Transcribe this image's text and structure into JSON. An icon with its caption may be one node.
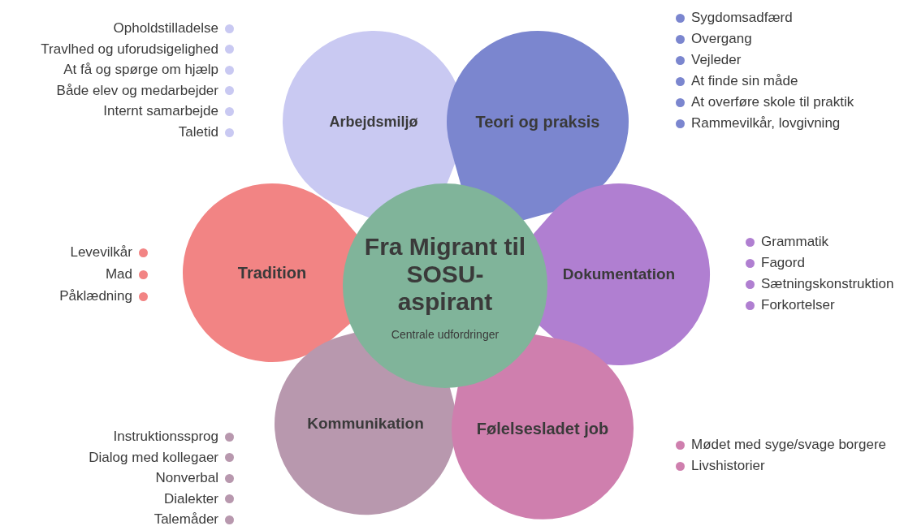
{
  "diagram": {
    "nodes": [
      {
        "text": [
          "Fra Migrant til SOSU-aspirant",
          "Centrale udfordringer"
        ]
      },
      {
        "text": [
          "Arbejdsmiljø"
        ],
        "beside": [
          "Opholdstilladelse",
          "Travlhed og uforudsigelighed",
          "At få og spørge om hjælp",
          "Både elev og medarbejder",
          "Internt samarbejde",
          "Taletid"
        ]
      },
      {
        "text": [
          "Teori og praksis"
        ],
        "beside": [
          "Sygdomsadfærd",
          "Overgang",
          "Vejleder",
          "At finde sin måde",
          "At overføre skole til praktik",
          "Rammevilkår, lovgivning"
        ]
      },
      {
        "text": [
          "Tradition"
        ],
        "beside": [
          "Levevilkår",
          "Mad",
          "Påklædning"
        ]
      },
      {
        "text": [
          "Dokumentation"
        ],
        "beside": [
          "Grammatik",
          "Fagord",
          "Sætningskonstruktion",
          "Forkortelser"
        ]
      },
      {
        "text": [
          "Kommunikation"
        ],
        "beside": [
          "Instruktionssprog",
          "Dialog med kollegaer",
          "Nonverbal",
          "Dialekter",
          "Talemåder"
        ]
      },
      {
        "text": [
          "Følelsesladet job"
        ],
        "beside": [
          "Mødet med syge/svage borgere",
          "Livshistorier"
        ]
      }
    ]
  }
}
